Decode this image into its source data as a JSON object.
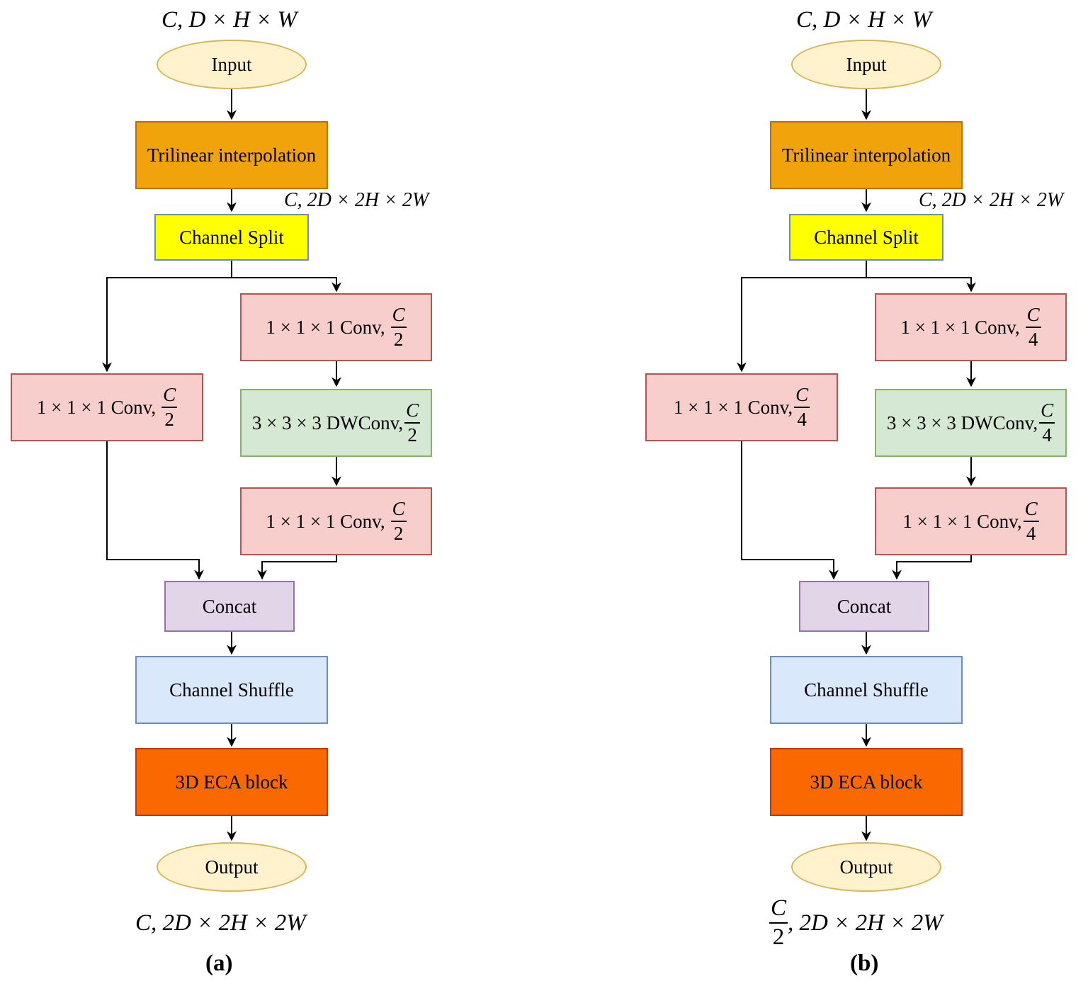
{
  "panel_a": {
    "input_dims": "C, D × H × W",
    "input_label": "Input",
    "interp_label": "Trilinear interpolation",
    "interp_dims": "C, 2D × 2H × 2W",
    "split_label": "Channel Split",
    "conv_right_top": "1 × 1 × 1 Conv,",
    "conv_left": "1 × 1 × 1 Conv,",
    "dwconv": "3 × 3 × 3 DWConv,",
    "conv_right_bottom": "1 × 1 × 1  Conv,",
    "frac_num": "C",
    "frac_den": "2",
    "concat_label": "Concat",
    "shuffle_label": "Channel Shuffle",
    "eca_label": "3D ECA block",
    "output_label": "Output",
    "output_dims": "C, 2D × 2H × 2W",
    "caption": "(a)"
  },
  "panel_b": {
    "input_dims": "C, D × H × W",
    "input_label": "Input",
    "interp_label": "Trilinear interpolation",
    "interp_dims": "C, 2D × 2H × 2W",
    "split_label": "Channel Split",
    "conv_right_top": "1 × 1 × 1 Conv,",
    "conv_left": "1 × 1 × 1  Conv,",
    "dwconv": "3 × 3 × 3 DWConv,",
    "conv_right_bottom": "1 × 1 × 1  Conv,",
    "frac_num": "C",
    "frac_den": "4",
    "concat_label": "Concat",
    "shuffle_label": "Channel Shuffle",
    "eca_label": "3D ECA block",
    "output_label": "Output",
    "output_frac_num": "C",
    "output_frac_den": "2",
    "output_dims": ", 2D × 2H × 2W",
    "caption": "(b)"
  }
}
